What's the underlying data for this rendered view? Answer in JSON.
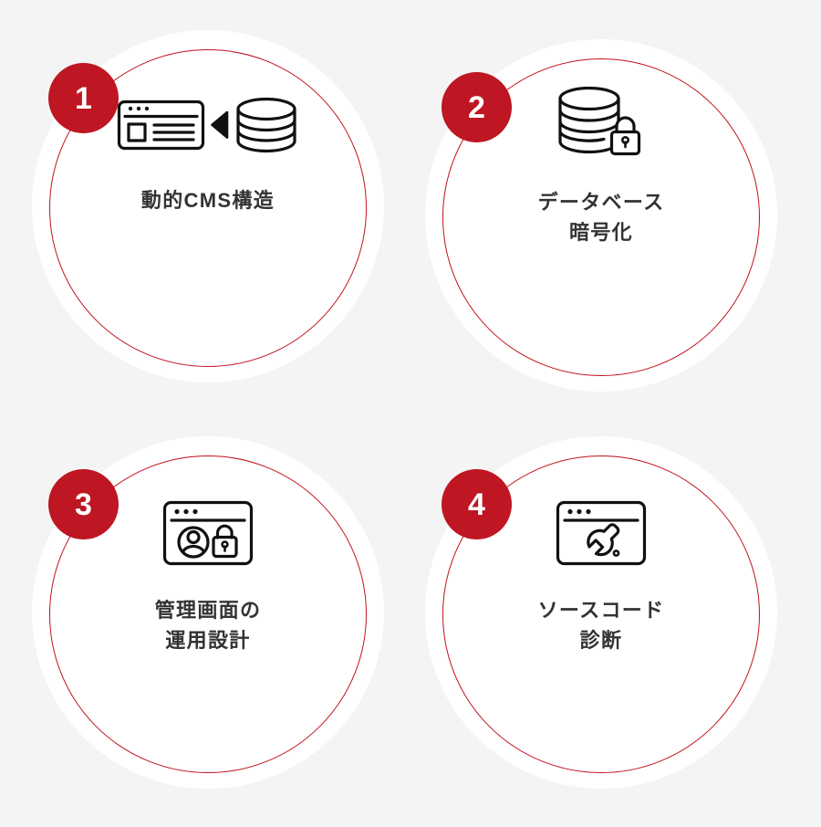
{
  "page": {
    "background_color": "#f4f4f4",
    "layout": "2x2-circle-grid",
    "accent_color": "#c1121c",
    "badge_color": "#be1622",
    "text_color": "#333333",
    "icon_color": "#111111"
  },
  "cards": [
    {
      "number": "1",
      "icon_name": "cms-browser-database-icon",
      "label": "動的CMS構造"
    },
    {
      "number": "2",
      "icon_name": "database-lock-icon",
      "label": "データベース\n暗号化"
    },
    {
      "number": "3",
      "icon_name": "admin-user-lock-browser-icon",
      "label": "管理画面の\n運用設計"
    },
    {
      "number": "4",
      "icon_name": "source-code-wrench-browser-icon",
      "label": "ソースコード\n診断"
    }
  ]
}
